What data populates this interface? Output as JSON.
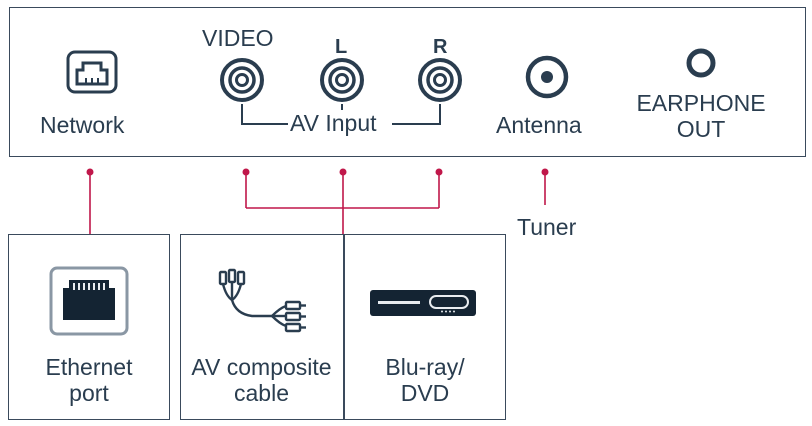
{
  "panel": {
    "network": "Network",
    "video": "VIDEO",
    "left": "L",
    "right": "R",
    "av_input": "AV Input",
    "antenna": "Antenna",
    "earphone_line1": "EARPHONE",
    "earphone_line2": "OUT"
  },
  "tuner": "Tuner",
  "devices": {
    "ethernet_line1": "Ethernet",
    "ethernet_line2": "port",
    "av_cable_line1": "AV composite",
    "av_cable_line2": "cable",
    "bluray_line1": "Blu-ray/",
    "bluray_line2": "DVD"
  },
  "colors": {
    "wire": "#c0174a",
    "outline": "#3a4a5c",
    "text": "#2a3d4f"
  }
}
